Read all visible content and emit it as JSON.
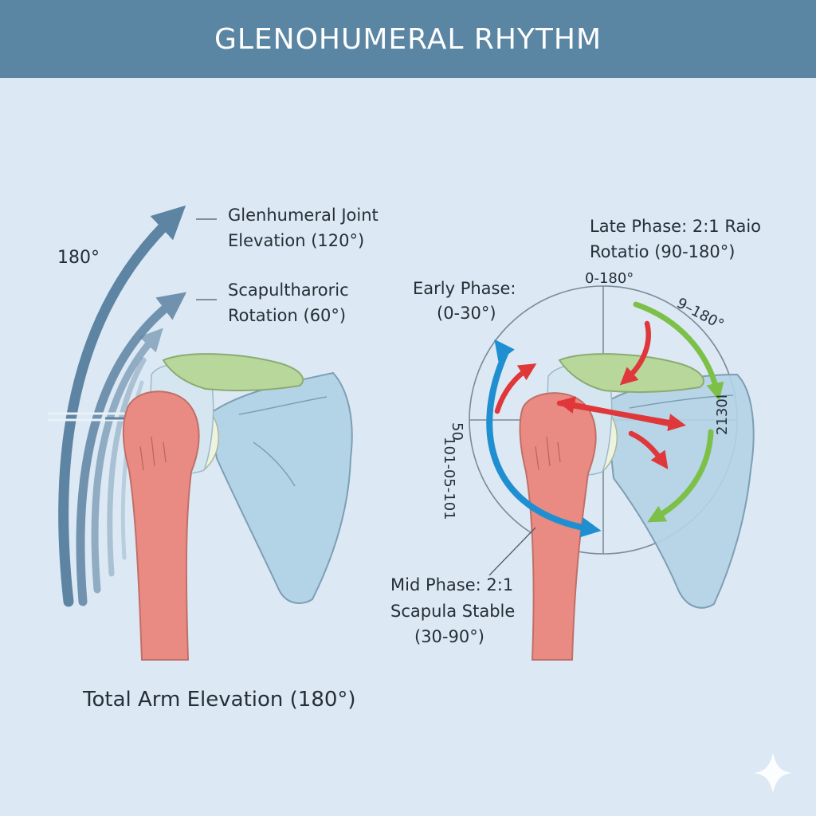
{
  "title": "GLENOHUMERAL RHYTHM",
  "left_panel": {
    "arc_degrees": "180°",
    "gh_label_line1": "Glenhumeral Joint",
    "gh_label_line2": "Elevation (120°)",
    "st_label_line1": "Scapultharoric",
    "st_label_line2": "Rotation (60°)",
    "bottom_caption": "Total Arm Elevation (180°)"
  },
  "right_panel": {
    "late_line1": "Late Phase: 2:1 Raio",
    "late_line2": "Rotatio (90-180°)",
    "early_line1": "Early Phase:",
    "early_line2": "(0-30°)",
    "mid_line1": "Mid Phase: 2:1",
    "mid_line2": "Scapula Stable",
    "mid_line3": "(30-90°)",
    "dial_top": "0-180°",
    "dial_top_right": "9–180°",
    "dial_left": "50",
    "dial_left_lower": "101-05-101",
    "dial_right": "2130I"
  },
  "colors": {
    "banner": "#5a86a3",
    "background": "#dce9f4",
    "humerus": "#e98b82",
    "scapula": "#b3d3e6",
    "clavicle": "#b7d89a",
    "blue_arrow": "#1f8fd1",
    "red_arrow": "#e0373a",
    "green_arrow": "#7dc048",
    "elevation_arrows": "#5e84a3"
  },
  "icons": [
    "sparkle-icon"
  ]
}
